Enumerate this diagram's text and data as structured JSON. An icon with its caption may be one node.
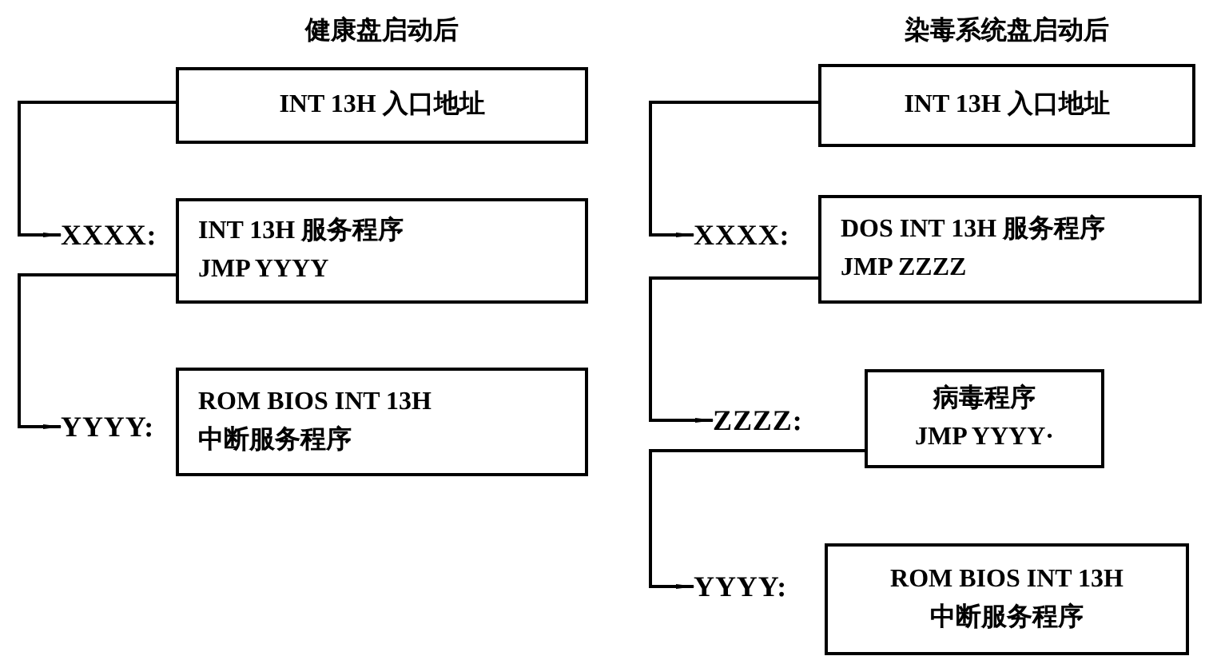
{
  "diagram": {
    "nodes": [
      {
        "text": [
          "INT 13H 入口地址"
        ]
      },
      {
        "text": [
          "XXXX:"
        ]
      },
      {
        "text": [
          "INT 13H 服务程序",
          "JMP YYYY"
        ]
      },
      {
        "text": [
          "YYYY:"
        ]
      },
      {
        "text": [
          "ROM BIOS INT 13H",
          "中断服务程序"
        ]
      },
      {
        "text": [
          "INT 13H 入口地址"
        ]
      },
      {
        "text": [
          "XXXX:"
        ]
      },
      {
        "text": [
          "DOS INT 13H 服务程序",
          "JMP ZZZZ"
        ]
      },
      {
        "text": [
          "ZZZZ:"
        ]
      },
      {
        "text": [
          "病毒程序",
          "JMP YYYY·"
        ]
      },
      {
        "text": [
          "YYYY:"
        ]
      },
      {
        "text": [
          "ROM BIOS INT 13H",
          "中断服务程序"
        ]
      }
    ],
    "edges": [
      {
        "from": 0,
        "to": 1,
        "arrow": "to"
      },
      {
        "from": 2,
        "to": 3,
        "arrow": "to"
      },
      {
        "from": 5,
        "to": 6,
        "arrow": "to"
      },
      {
        "from": 7,
        "to": 8,
        "arrow": "to"
      },
      {
        "from": 9,
        "to": 10,
        "arrow": "to"
      }
    ],
    "labels": [
      "健康盘启动后",
      "染毒系统盘启动后"
    ]
  }
}
